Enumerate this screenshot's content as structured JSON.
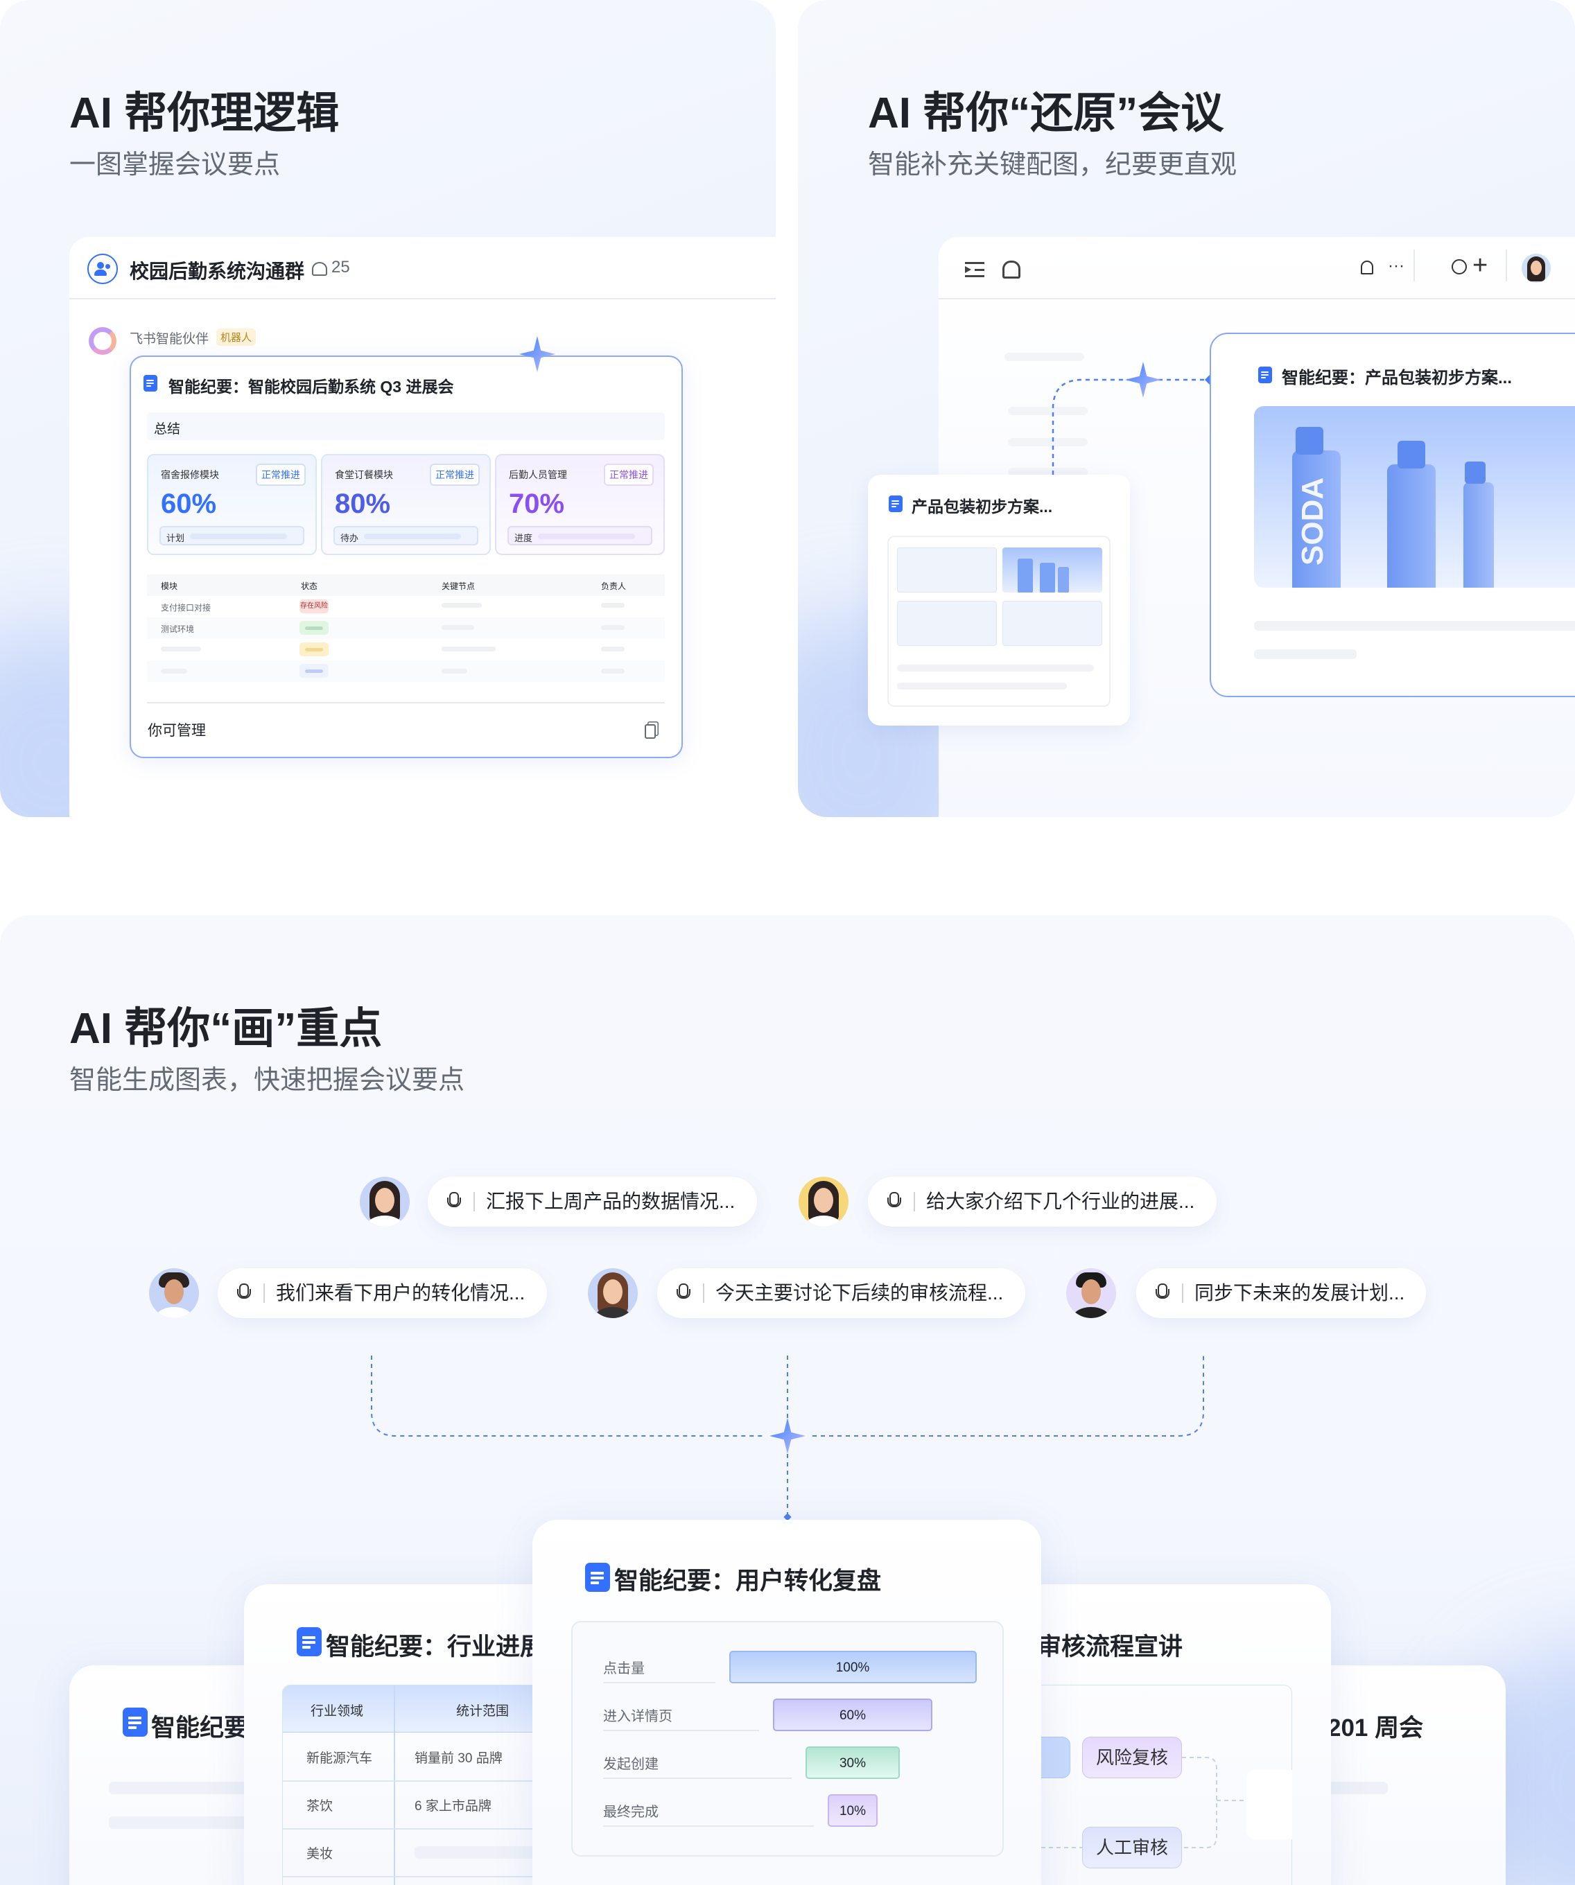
{
  "section1": {
    "title": "AI 帮你理逻辑",
    "subtitle": "一图掌握会议要点",
    "chat": {
      "group_name": "校园后勤系统沟通群",
      "member_count": "25",
      "bot_name": "飞书智能伙伴",
      "bot_badge": "机器人",
      "card_title": "智能纪要：智能校园后勤系统 Q3 进展会",
      "summary_label": "总结",
      "modules": [
        {
          "name": "宿舍报修模块",
          "status": "正常推进",
          "percent": "60%",
          "footer": "计划",
          "color": "#3370ff"
        },
        {
          "name": "食堂订餐模块",
          "status": "正常推进",
          "percent": "80%",
          "footer": "待办",
          "color": "#4e5de8"
        },
        {
          "name": "后勤人员管理",
          "status": "正常推进",
          "percent": "70%",
          "footer": "进度",
          "color": "#8a4ff0"
        }
      ],
      "table_headers": [
        "模块",
        "状态",
        "关键节点",
        "负责人"
      ],
      "table_rows": [
        {
          "module": "支付接口对接",
          "status": "存在风险"
        },
        {
          "module": "测试环境",
          "status": ""
        }
      ],
      "footer_text": "你可管理"
    }
  },
  "section2": {
    "title": "AI 帮你“还原”会议",
    "subtitle": "智能补充关键配图，纪要更直观",
    "small_card_title": "产品包装初步方案...",
    "large_card_title": "智能纪要：产品包装初步方案...",
    "product_label": "SODA"
  },
  "section3": {
    "title": "AI 帮你“画”重点",
    "subtitle": "智能生成图表，快速把握会议要点",
    "bubbles": [
      "汇报下上周产品的数据情况...",
      "给大家介绍下几个行业的进展...",
      "我们来看下用户的转化情况...",
      "今天主要讨论下后续的审核流程...",
      "同步下未来的发展计划..."
    ],
    "center_card": {
      "title": "智能纪要：用户转化复盘",
      "funnel": [
        {
          "label": "点击量",
          "value": 100,
          "text": "100%"
        },
        {
          "label": "进入详情页",
          "value": 60,
          "text": "60%"
        },
        {
          "label": "发起创建",
          "value": 30,
          "text": "30%"
        },
        {
          "label": "最终完成",
          "value": 10,
          "text": "10%"
        }
      ]
    },
    "left_card_back_title": "智能纪要",
    "left_card": {
      "title": "智能纪要：行业进展",
      "headers": [
        "行业领域",
        "统计范围"
      ],
      "rows": [
        [
          "新能源汽车",
          "销量前 30 品牌"
        ],
        [
          "茶饮",
          "6 家上市品牌"
        ],
        [
          "美妆",
          ""
        ]
      ]
    },
    "right_card": {
      "title": "审核流程宣讲",
      "nodes": [
        "风险复核",
        "人工审核"
      ]
    },
    "right_card_back_title": "201 周会"
  }
}
